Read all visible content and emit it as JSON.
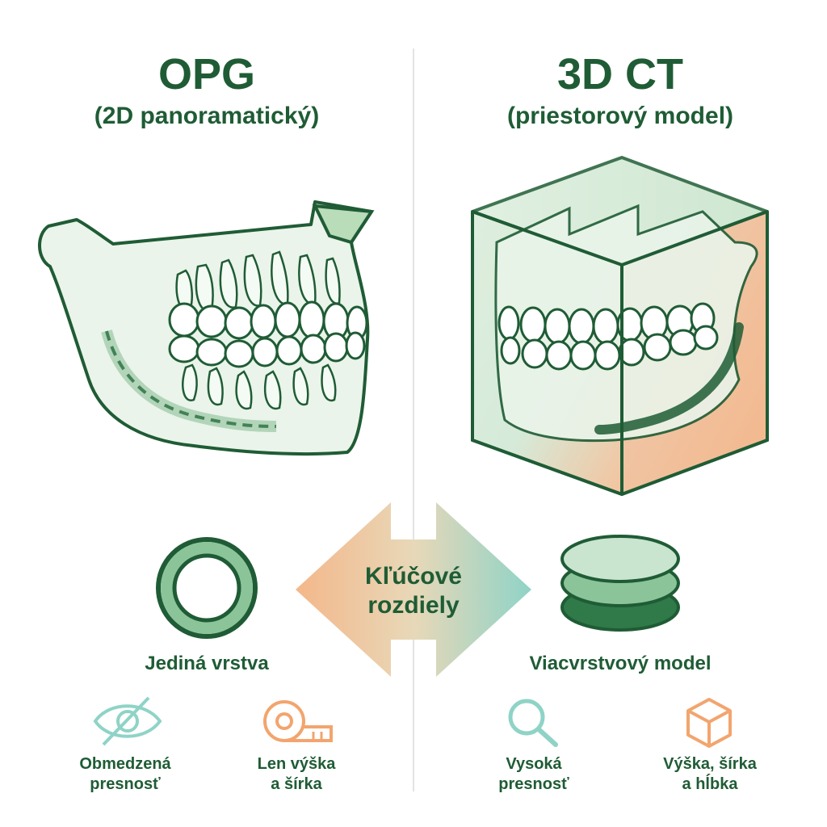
{
  "left": {
    "title": "OPG",
    "subtitle": "(2D panoramatický)",
    "layer_label": "Jediná vrstva",
    "features": [
      {
        "icon": "crossed-eye-icon",
        "line1": "Obmedzená",
        "line2": "presnosť"
      },
      {
        "icon": "tape-measure-icon",
        "line1": "Len výška",
        "line2": "a šírka"
      }
    ]
  },
  "right": {
    "title": "3D CT",
    "subtitle": "(priestorový model)",
    "layer_label": "Viacvrstvový model",
    "features": [
      {
        "icon": "magnifier-icon",
        "line1": "Vysoká",
        "line2": "presnosť"
      },
      {
        "icon": "cube-icon",
        "line1": "Výška, šírka",
        "line2": "a hĺbka"
      }
    ]
  },
  "center": {
    "line1": "Kľúčové",
    "line2": "rozdiely"
  },
  "colors": {
    "dark_green": "#1f5c35",
    "light_green": "#e6f2e6",
    "mint": "#8fd3c7",
    "orange": "#f2a56e",
    "divider": "#e3e3e3"
  }
}
